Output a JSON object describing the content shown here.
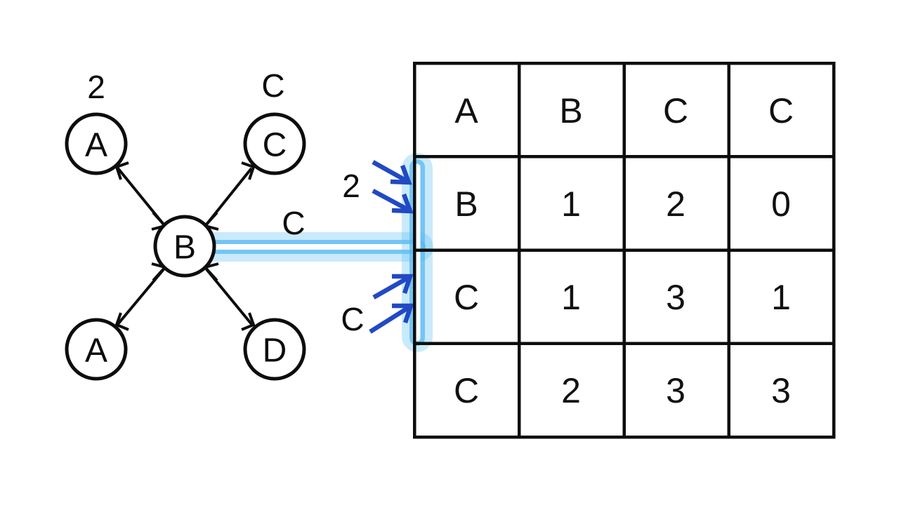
{
  "scene": {
    "background_color": "#ffffff",
    "ink_color": "#0d0d0d",
    "highlight_glow_color": "#53b7f2",
    "highlight_core_color": "#ffffff",
    "arrow_color": "#2149c4"
  },
  "graph": {
    "center_node": {
      "id": "B",
      "label": "B"
    },
    "neighbors": [
      {
        "id": "A-top",
        "label": "A",
        "position": "top-left",
        "annotation": "2"
      },
      {
        "id": "C-top",
        "label": "C",
        "position": "top-right",
        "annotation": "C"
      },
      {
        "id": "A-bottom",
        "label": "A",
        "position": "bottom-left",
        "annotation": ""
      },
      {
        "id": "D-bottom",
        "label": "D",
        "position": "bottom-right",
        "annotation": ""
      }
    ],
    "edge_label": "C"
  },
  "annotations": {
    "upper_arrow_label": "2",
    "lower_arrow_label": "C"
  },
  "table": {
    "columns": 4,
    "rows": 4,
    "header_row": [
      "A",
      "B",
      "C",
      "C"
    ],
    "body_rows": [
      {
        "row_header": "B",
        "cells": [
          "1",
          "2",
          "0"
        ],
        "highlighted": true
      },
      {
        "row_header": "C",
        "cells": [
          "1",
          "3",
          "1"
        ],
        "highlighted": true
      },
      {
        "row_header": "C",
        "cells": [
          "2",
          "3",
          "3"
        ],
        "highlighted": false
      }
    ],
    "cell_grid": [
      [
        "A",
        "B",
        "C",
        "C"
      ],
      [
        "B",
        "1",
        "2",
        "0"
      ],
      [
        "C",
        "1",
        "3",
        "1"
      ],
      [
        "C",
        "2",
        "3",
        "3"
      ]
    ]
  }
}
